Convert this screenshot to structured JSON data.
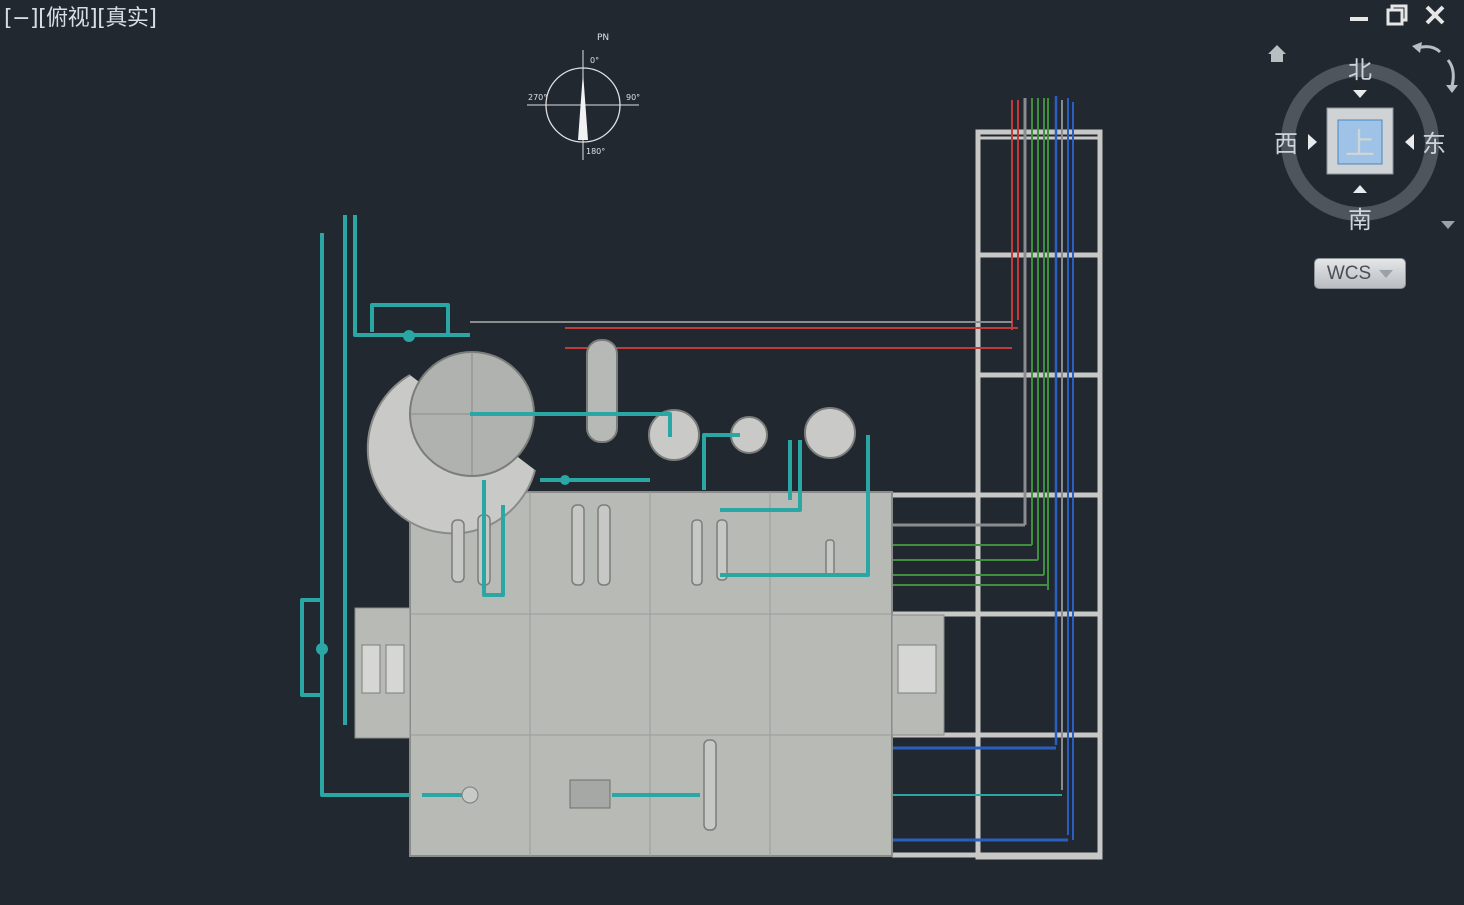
{
  "viewport": {
    "label": "[−][俯视][真实]"
  },
  "window_controls": {
    "minimize_icon": "minimize-icon",
    "restore_icon": "restore-icon",
    "close_icon": "close-icon"
  },
  "north_indicator": {
    "label": "PN",
    "angles": [
      "0°",
      "90°",
      "180°",
      "270°"
    ]
  },
  "viewcube": {
    "face": "上",
    "north": "北",
    "south": "南",
    "east": "东",
    "west": "西",
    "home_icon": "home-icon",
    "rotate_icon": "rotate-arrows-icon",
    "menu_icon": "viewcube-menu-icon"
  },
  "wcs": {
    "label": "WCS"
  },
  "colors": {
    "background": "#212830",
    "teal_pipe": "#2aa7a5",
    "red_pipe": "#c23b3b",
    "green_pipe": "#3f8f3f",
    "blue_pipe": "#2a5fc0",
    "steel": "#c8c9c6",
    "skid": "#b8bab6"
  }
}
